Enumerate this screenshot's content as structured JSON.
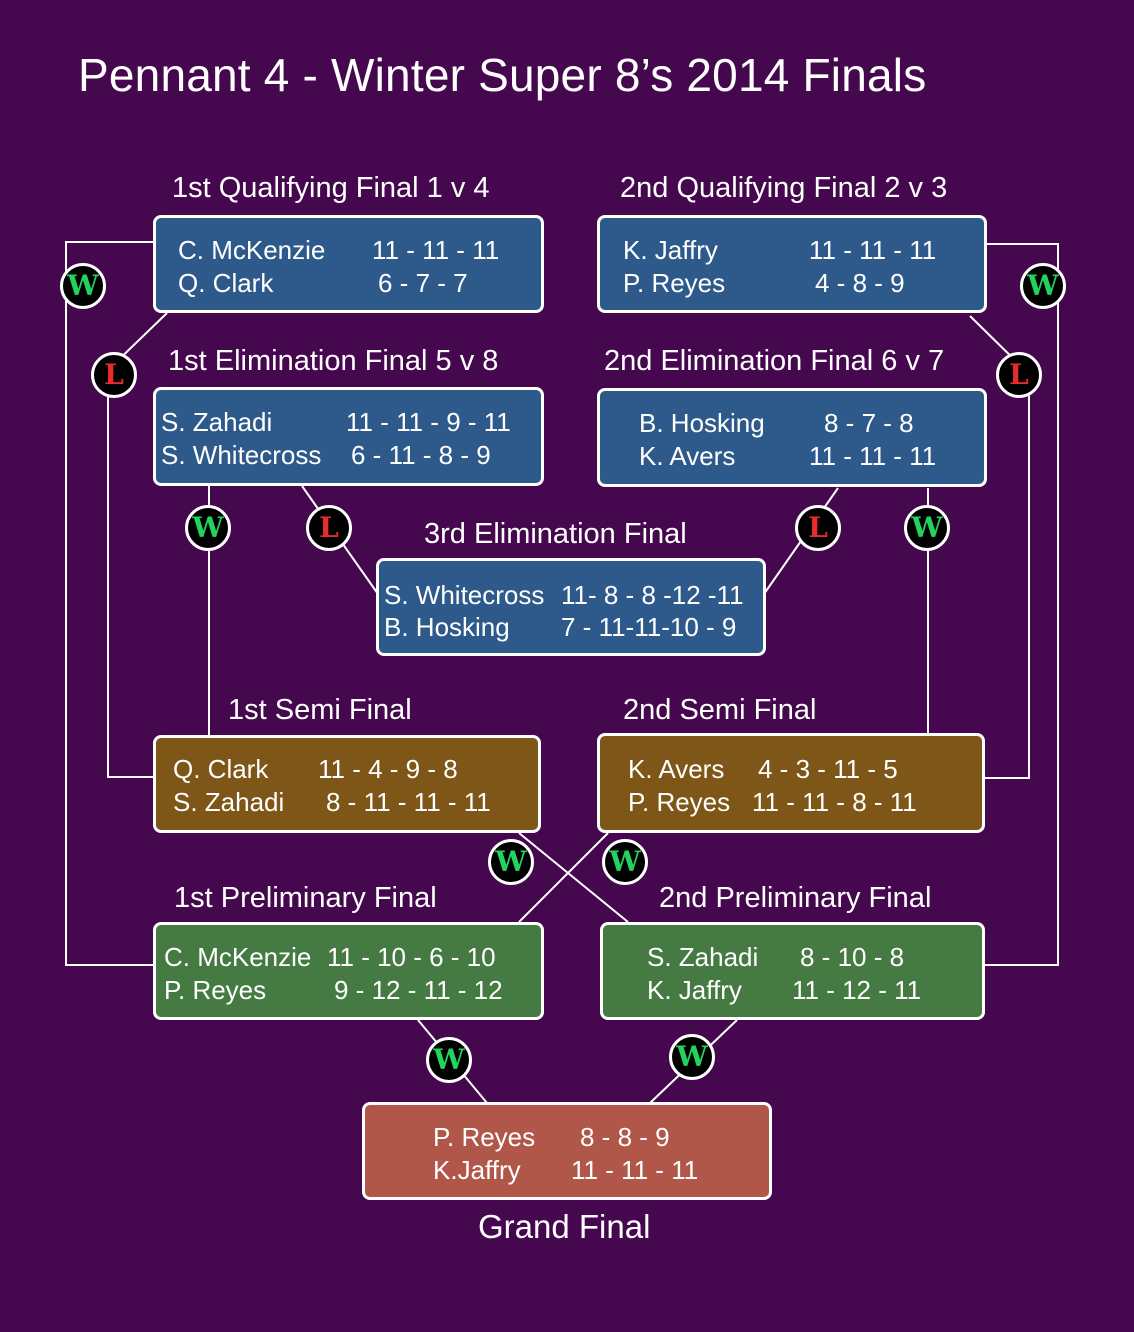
{
  "title": "Pennant 4 - Winter Super 8’s 2014 Finals",
  "colors": {
    "background": "#45084e",
    "qualifying_elimination": "#2e5a8b",
    "semi": "#7d5618",
    "preliminary": "#457a43",
    "grand": "#b0574a",
    "win_badge": "#22d45e",
    "loss_badge": "#ea2b2b"
  },
  "badges": {
    "win": "W",
    "loss": "L"
  },
  "matches": {
    "qf1": {
      "label": "1st Qualifying Final 1 v 4",
      "p1": "C. McKenzie",
      "s1": "11  -  11  -  11",
      "p2": "Q. Clark",
      "s2": "6  -  7  -  7"
    },
    "qf2": {
      "label": "2nd Qualifying Final 2 v 3",
      "p1": "K. Jaffry",
      "s1": "11  -  11  -  11",
      "p2": "P. Reyes",
      "s2": "4  -  8  -  9"
    },
    "ef1": {
      "label": "1st Elimination Final 5 v 8",
      "p1": "S. Zahadi",
      "s1": "11 - 11 - 9  - 11",
      "p2": "S. Whitecross",
      "s2": "6 -  11 -  8 -  9"
    },
    "ef2": {
      "label": "2nd Elimination Final 6 v 7",
      "p1": "B. Hosking",
      "s1": "8 -  7  -  8",
      "p2": "K. Avers",
      "s2": "11 - 11 - 11"
    },
    "ef3": {
      "label": "3rd Elimination Final",
      "p1": "S. Whitecross",
      "s1": "11- 8 - 8 -12 -11",
      "p2": "B. Hosking",
      "s2": "7 - 11-11-10 - 9"
    },
    "sf1": {
      "label": "1st Semi Final",
      "p1": "Q. Clark",
      "s1": "11  - 4  -   9  -  8",
      "p2": "S. Zahadi",
      "s2": "8  - 11  - 11 - 11"
    },
    "sf2": {
      "label": "2nd Semi Final",
      "p1": "K. Avers",
      "s1": "4  -  3  - 11  - 5",
      "p2": "P. Reyes",
      "s2": "11 - 11  -  8 - 11"
    },
    "pf1": {
      "label": "1st Preliminary Final",
      "p1": "C. McKenzie",
      "s1": "11 - 10  -  6 - 10",
      "p2": "P. Reyes",
      "s2": "9 -  12 - 11 - 12"
    },
    "pf2": {
      "label": "2nd Preliminary Final",
      "p1": "S. Zahadi",
      "s1": "8  - 10  -  8",
      "p2": "K. Jaffry",
      "s2": "11 - 12  - 11"
    },
    "gf": {
      "label": "Grand Final",
      "p1": "P. Reyes",
      "s1": "8  -  8  -  9",
      "p2": "K.Jaffry",
      "s2": "11 - 11 - 11"
    }
  }
}
